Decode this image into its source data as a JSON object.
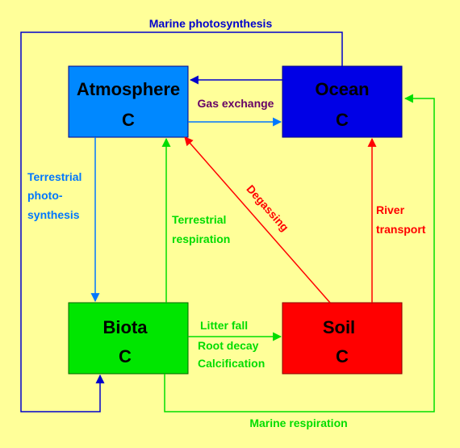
{
  "boxes": {
    "atmosphere": {
      "title": "Atmosphere",
      "sub": "C",
      "fill": "#0088ff"
    },
    "ocean": {
      "title": "Ocean",
      "sub": "C",
      "fill": "#0000e6"
    },
    "biota": {
      "title": "Biota",
      "sub": "C",
      "fill": "#00e600"
    },
    "soil": {
      "title": "Soil",
      "sub": "C",
      "fill": "#ff0000"
    }
  },
  "labels": {
    "marine_photosynthesis": "Marine photosynthesis",
    "gas_exchange": "Gas exchange",
    "terrestrial_photosynthesis": [
      "Terrestrial",
      "photo-",
      "synthesis"
    ],
    "terrestrial_respiration": [
      "Terrestrial",
      "respiration"
    ],
    "degassing": "Degassing",
    "river_transport": [
      "River",
      "transport"
    ],
    "litter_fall": "Litter fall",
    "root_decay": "Root decay",
    "calcification": "Calcification",
    "marine_respiration": "Marine respiration"
  },
  "colors": {
    "background": "#ffff99",
    "dark_blue": "#0000cc",
    "light_blue": "#0077ff",
    "green": "#00dd00",
    "red": "#ff0000",
    "purple": "#660066"
  }
}
